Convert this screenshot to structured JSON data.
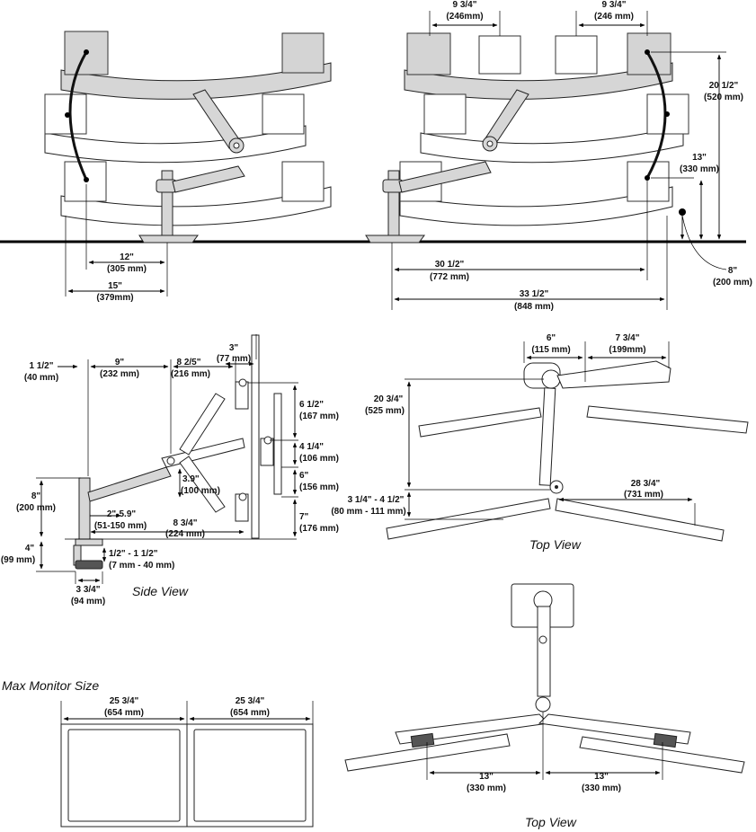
{
  "views": {
    "side_view_title": "Side View",
    "top_view_title_1": "Top View",
    "top_view_title_2": "Top View",
    "max_monitor_title": "Max Monitor Size"
  },
  "front_left": {
    "d_12_in": "12\"",
    "d_12_mm": "(305 mm)",
    "d_15_in": "15\"",
    "d_15_mm": "(379mm)"
  },
  "front_right": {
    "d_9a_in": "9 3/4\"",
    "d_9a_mm": "(246mm)",
    "d_9b_in": "9 3/4\"",
    "d_9b_mm": "(246 mm)",
    "d_20_in": "20 1/2\"",
    "d_20_mm": "(520 mm)",
    "d_13_in": "13\"",
    "d_13_mm": "(330 mm)",
    "d_8_in": "8\"",
    "d_8_mm": "(200 mm)",
    "d_30_in": "30 1/2\"",
    "d_30_mm": "(772 mm)",
    "d_33_in": "33 1/2\"",
    "d_33_mm": "(848 mm)"
  },
  "side": {
    "d_1_5_in": "1 1/2\"",
    "d_1_5_mm": "(40 mm)",
    "d_9_in": "9\"",
    "d_9_mm": "(232 mm)",
    "d_8_2_in": "8 2/5\"",
    "d_8_2_mm": "(216 mm)",
    "d_3_in": "3\"",
    "d_3_mm": "(77 mm)",
    "d_6_5_in": "6 1/2\"",
    "d_6_5_mm": "(167 mm)",
    "d_4_25_in": "4 1/4\"",
    "d_4_25_mm": "(106 mm)",
    "d_6_in": "6\"",
    "d_6_mm": "(156 mm)",
    "d_7_in": "7\"",
    "d_7_mm": "(176 mm)",
    "d_8_in": "8\"",
    "d_8_mm": "(200 mm)",
    "d_3_9_in": "3.9\"",
    "d_3_9_mm": "(100 mm)",
    "d_2_59_in": "2\"-5.9\"",
    "d_2_59_mm": "(51-150 mm)",
    "d_8_75_in": "8 3/4\"",
    "d_8_75_mm": "(224 mm)",
    "d_4_in": "4\"",
    "d_4_mm": "(99 mm)",
    "d_clamp_in": "1/2\" - 1 1/2\"",
    "d_clamp_mm": "(7 mm - 40 mm)",
    "d_3_75_in": "3 3/4\"",
    "d_3_75_mm": "(94 mm)"
  },
  "top1": {
    "d_6_in": "6\"",
    "d_6_mm": "(115 mm)",
    "d_7_75_in": "7 3/4\"",
    "d_7_75_mm": "(199mm)",
    "d_20_75_in": "20 3/4\"",
    "d_20_75_mm": "(525 mm)",
    "d_28_in": "28 3/4\"",
    "d_28_mm": "(731 mm)",
    "d_3_in": "3 1/4\" - 4 1/2\"",
    "d_3_mm": "(80 mm - 111 mm)"
  },
  "max_monitor": {
    "d_left_in": "25 3/4\"",
    "d_left_mm": "(654 mm)",
    "d_right_in": "25 3/4\"",
    "d_right_mm": "(654 mm)"
  },
  "top2": {
    "d_left_in": "13\"",
    "d_left_mm": "(330 mm)",
    "d_right_in": "13\"",
    "d_right_mm": "(330 mm)"
  }
}
